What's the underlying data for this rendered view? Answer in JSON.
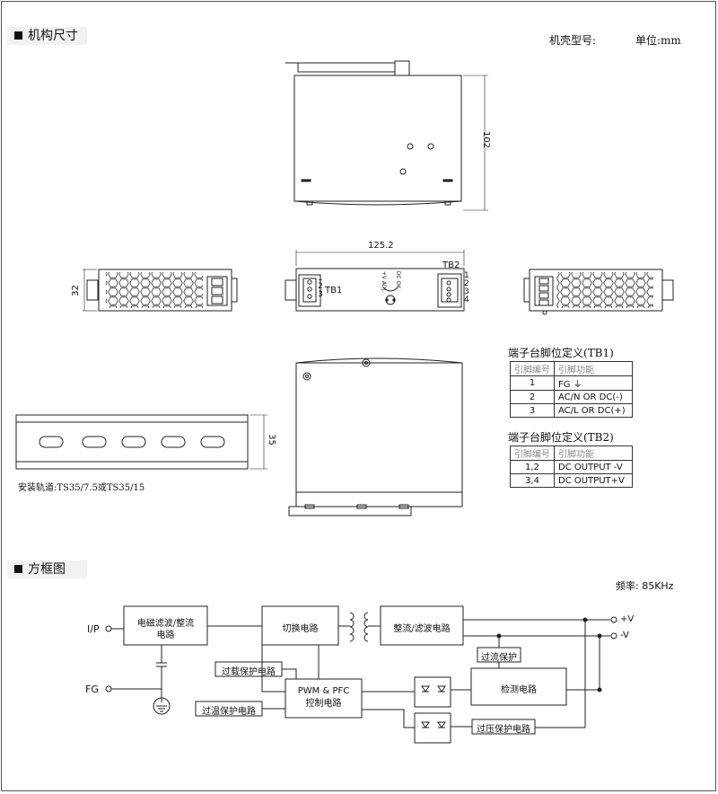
{
  "sections": {
    "mechanical": "机构尺寸",
    "block": "方框图"
  },
  "header": {
    "case_label": "机壳型号:",
    "unit_label": "单位:mm"
  },
  "dims": {
    "height": "102",
    "width": "125.2",
    "depth": "32",
    "rail": "35",
    "tb1": "TB1",
    "tb2": "TB2",
    "tb1_pins": [
      "1",
      "2",
      "3"
    ],
    "tb2_pins": [
      "1",
      "2",
      "3",
      "4"
    ],
    "led": "DC OK",
    "vadj": "+V ADJ."
  },
  "rail_label": "安装轨道:TS35/7.5或TS35/15",
  "tb1": {
    "title": "端子台脚位定义(TB1)",
    "head": [
      "引脚编号",
      "引脚功能"
    ],
    "rows": [
      [
        "1",
        "FG ⏚"
      ],
      [
        "2",
        "AC/N OR DC(-)"
      ],
      [
        "3",
        "AC/L OR DC(+)"
      ]
    ]
  },
  "tb2": {
    "title": "端子台脚位定义(TB2)",
    "head": [
      "引脚编号",
      "引脚功能"
    ],
    "rows": [
      [
        "1,2",
        "DC OUTPUT -V"
      ],
      [
        "3,4",
        "DC OUTPUT+V"
      ]
    ]
  },
  "block": {
    "freq": "频率: 85KHz",
    "ip": "I/P",
    "fg": "FG",
    "emi": "电磁滤波/整流",
    "emi2": "电路",
    "switch": "切换电路",
    "rect": "整流/滤波电路",
    "ocp": "过流保护",
    "olp": "过载保护电路",
    "pwm": "PWM & PFC",
    "pwm2": "控制电路",
    "detect": "检测电路",
    "otp": "过温保护电路",
    "ovp": "过压保护电路",
    "pv": "+V",
    "nv": "-V"
  }
}
